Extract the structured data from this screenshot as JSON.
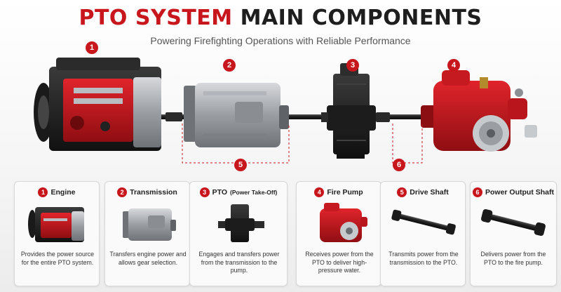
{
  "header": {
    "title_accent": "PTO SYSTEM",
    "title_rest": " MAIN COMPONENTS",
    "subtitle": "Powering Firefighting Operations with Reliable Performance"
  },
  "callouts": [
    "1",
    "2",
    "3",
    "4",
    "5",
    "6"
  ],
  "cards": [
    {
      "num": "1",
      "title": "Engine",
      "desc": "Provides the power source for the entire PTO system.",
      "icon": "engine-icon"
    },
    {
      "num": "2",
      "title": "Transmission",
      "desc": "Transfers engine power and allows gear selection.",
      "icon": "transmission-icon"
    },
    {
      "num": "3",
      "title": "PTO",
      "title_extra": "(Power Take-Off)",
      "desc": "Engages and transfers power from the transmission to the pump.",
      "icon": "pto-icon"
    },
    {
      "num": "4",
      "title": "Fire Pump",
      "desc": "Receives power from the PTO to deliver high-pressure water.",
      "icon": "fire-pump-icon"
    },
    {
      "num": "5",
      "title": "Drive Shaft",
      "desc": "Transmits power from the transmission to the PTO.",
      "icon": "drive-shaft-icon"
    },
    {
      "num": "6",
      "title": "Power Output Shaft",
      "desc": "Delivers power from the PTO to the fire pump.",
      "icon": "output-shaft-icon"
    }
  ],
  "colors": {
    "accent": "#c8161d",
    "metal": "#9a9ea3",
    "dark": "#1f1f1f"
  }
}
